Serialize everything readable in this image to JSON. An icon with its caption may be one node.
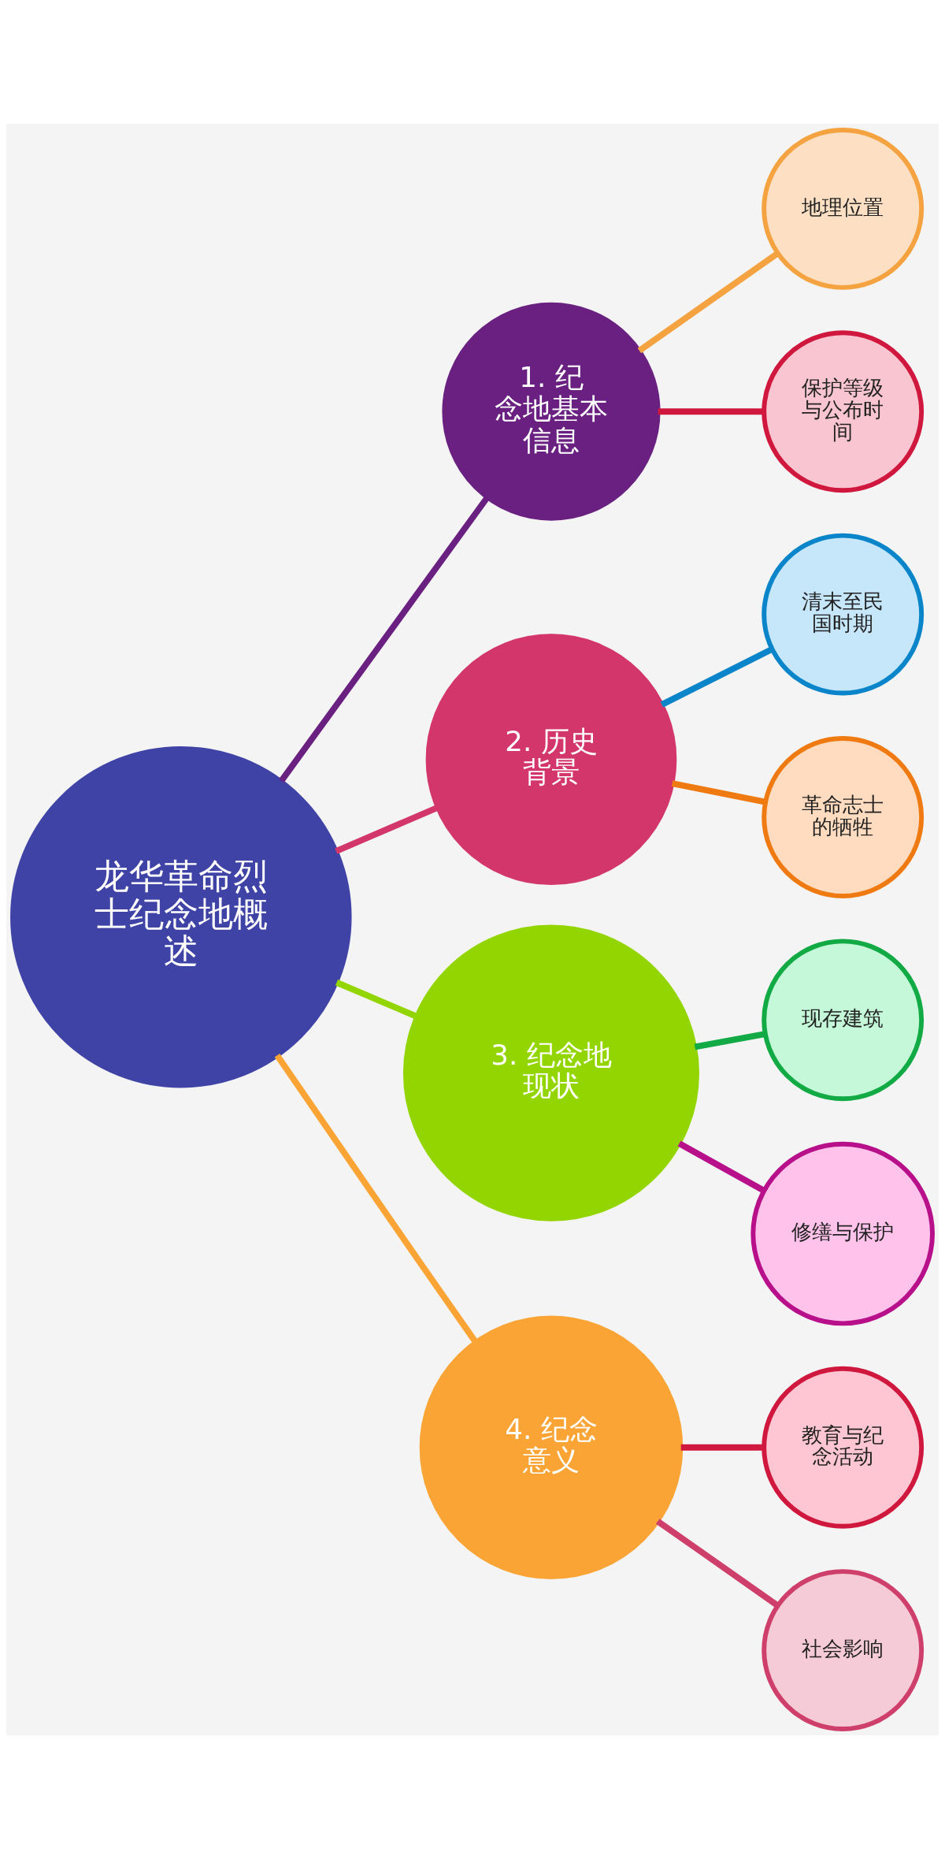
{
  "diagram": {
    "nodes": [
      {
        "text": [
          "龙华革命烈士纪念地概述"
        ]
      },
      {
        "text": [
          "1. 纪念地基本信息"
        ]
      },
      {
        "text": [
          "地理位置"
        ]
      },
      {
        "text": [
          "保护等级与公布时间"
        ]
      },
      {
        "text": [
          "2. 历史背景"
        ]
      },
      {
        "text": [
          "清末至民国时期"
        ]
      },
      {
        "text": [
          "革命志士的牺牲"
        ]
      },
      {
        "text": [
          "3. 纪念地现状"
        ]
      },
      {
        "text": [
          "现存建筑"
        ]
      },
      {
        "text": [
          "修缮与保护"
        ]
      },
      {
        "text": [
          "4. 纪念意义"
        ]
      },
      {
        "text": [
          "教育与纪念活动"
        ]
      },
      {
        "text": [
          "社会影响"
        ]
      }
    ],
    "edges": [
      {
        "from": 0,
        "to": 1,
        "arrow": "none",
        "color": "#6a2080"
      },
      {
        "from": 1,
        "to": 2,
        "arrow": "none",
        "color": "#f4a340"
      },
      {
        "from": 1,
        "to": 3,
        "arrow": "none",
        "color": "#d0183f"
      },
      {
        "from": 0,
        "to": 4,
        "arrow": "none",
        "color": "#d3366a"
      },
      {
        "from": 4,
        "to": 5,
        "arrow": "none",
        "color": "#0a85c9"
      },
      {
        "from": 4,
        "to": 6,
        "arrow": "none",
        "color": "#f07a12"
      },
      {
        "from": 0,
        "to": 7,
        "arrow": "none",
        "color": "#93d500"
      },
      {
        "from": 7,
        "to": 8,
        "arrow": "none",
        "color": "#11aa44"
      },
      {
        "from": 7,
        "to": 9,
        "arrow": "none",
        "color": "#b8108a"
      },
      {
        "from": 0,
        "to": 10,
        "arrow": "none",
        "color": "#f9a435"
      },
      {
        "from": 10,
        "to": 11,
        "arrow": "none",
        "color": "#d0183f"
      },
      {
        "from": 10,
        "to": 12,
        "arrow": "none",
        "color": "#cf3f6c"
      }
    ]
  }
}
